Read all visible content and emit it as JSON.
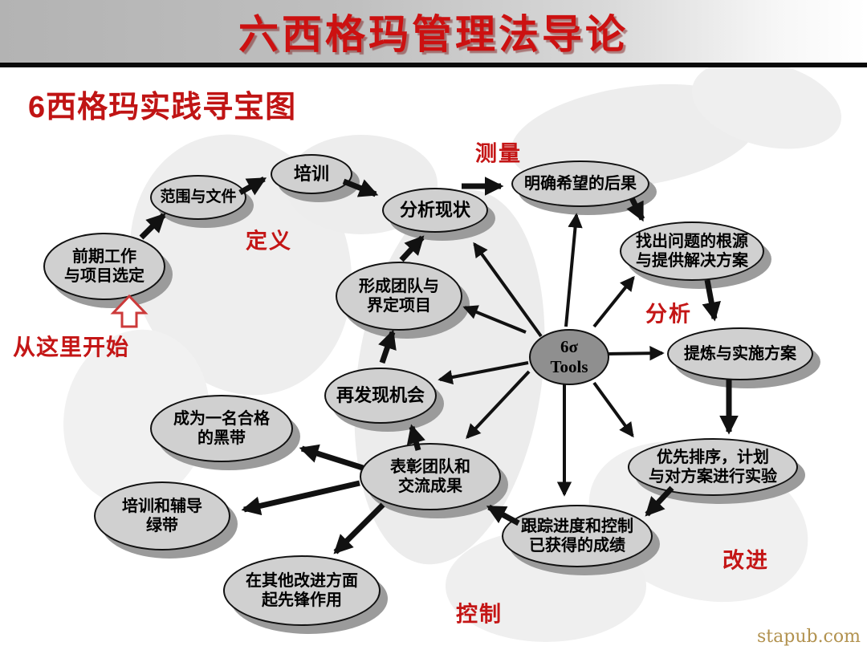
{
  "header": {
    "title": "六西格玛管理法导论"
  },
  "section": {
    "subtitle": "6西格玛实践寻宝图"
  },
  "diagram": {
    "start_label": "从这里开始",
    "phases": [
      {
        "id": "define",
        "label": "定义"
      },
      {
        "id": "measure",
        "label": "测量"
      },
      {
        "id": "analyze",
        "label": "分析"
      },
      {
        "id": "improve",
        "label": "改进"
      },
      {
        "id": "control",
        "label": "控制"
      }
    ],
    "nodes": [
      {
        "id": "pre-work",
        "label": "前期工作\n与项目选定"
      },
      {
        "id": "scope-documents",
        "label": "范围与文件"
      },
      {
        "id": "training",
        "label": "培训"
      },
      {
        "id": "analyze-status",
        "label": "分析现状"
      },
      {
        "id": "desired-outcomes",
        "label": "明确希望的后果"
      },
      {
        "id": "root-cause",
        "label": "找出问题的根源\n与提供解决方案"
      },
      {
        "id": "refine-implement",
        "label": "提炼与实施方案"
      },
      {
        "id": "form-team",
        "label": "形成团队与\n界定项目"
      },
      {
        "id": "six-sigma-tools",
        "label": "6σ\nTools"
      },
      {
        "id": "rediscover",
        "label": "再发现机会"
      },
      {
        "id": "prioritize-plan",
        "label": "优先排序，计划\n与对方案进行实验"
      },
      {
        "id": "track-progress",
        "label": "跟踪进度和控制\n已获得的成绩"
      },
      {
        "id": "recognize-team",
        "label": "表彰团队和\n交流成果"
      },
      {
        "id": "black-belt",
        "label": "成为一名合格\n的黑带"
      },
      {
        "id": "green-belt",
        "label": "培训和辅导\n绿带"
      },
      {
        "id": "pioneer",
        "label": "在其他改进方面\n起先锋作用"
      }
    ],
    "edges": {
      "main_flow": [
        {
          "from": "pre-work",
          "to": "scope-documents"
        },
        {
          "from": "scope-documents",
          "to": "training"
        },
        {
          "from": "training",
          "to": "analyze-status"
        },
        {
          "from": "analyze-status",
          "to": "desired-outcomes"
        },
        {
          "from": "desired-outcomes",
          "to": "root-cause"
        },
        {
          "from": "root-cause",
          "to": "refine-implement"
        },
        {
          "from": "refine-implement",
          "to": "prioritize-plan"
        },
        {
          "from": "prioritize-plan",
          "to": "track-progress"
        },
        {
          "from": "track-progress",
          "to": "recognize-team"
        },
        {
          "from": "recognize-team",
          "to": "rediscover"
        },
        {
          "from": "recognize-team",
          "to": "black-belt"
        },
        {
          "from": "recognize-team",
          "to": "green-belt"
        },
        {
          "from": "recognize-team",
          "to": "pioneer"
        },
        {
          "from": "rediscover",
          "to": "form-team"
        },
        {
          "from": "form-team",
          "to": "analyze-status"
        }
      ],
      "tool_spokes_to": [
        "analyze-status",
        "desired-outcomes",
        "root-cause",
        "refine-implement",
        "prioritize-plan",
        "track-progress",
        "recognize-team",
        "rediscover",
        "form-team"
      ]
    }
  },
  "page": {
    "watermark": "stapub.com"
  },
  "colors": {
    "title_red": "#cc1111",
    "phase_red": "#c41616",
    "node_fill": "#d0d0d0",
    "node_shadow": "#9b9b9b",
    "center_node_fill": "#8f8f8f",
    "arrow_black": "#111111",
    "map_gray": "#ececec",
    "watermark_gold": "#b2924f"
  }
}
